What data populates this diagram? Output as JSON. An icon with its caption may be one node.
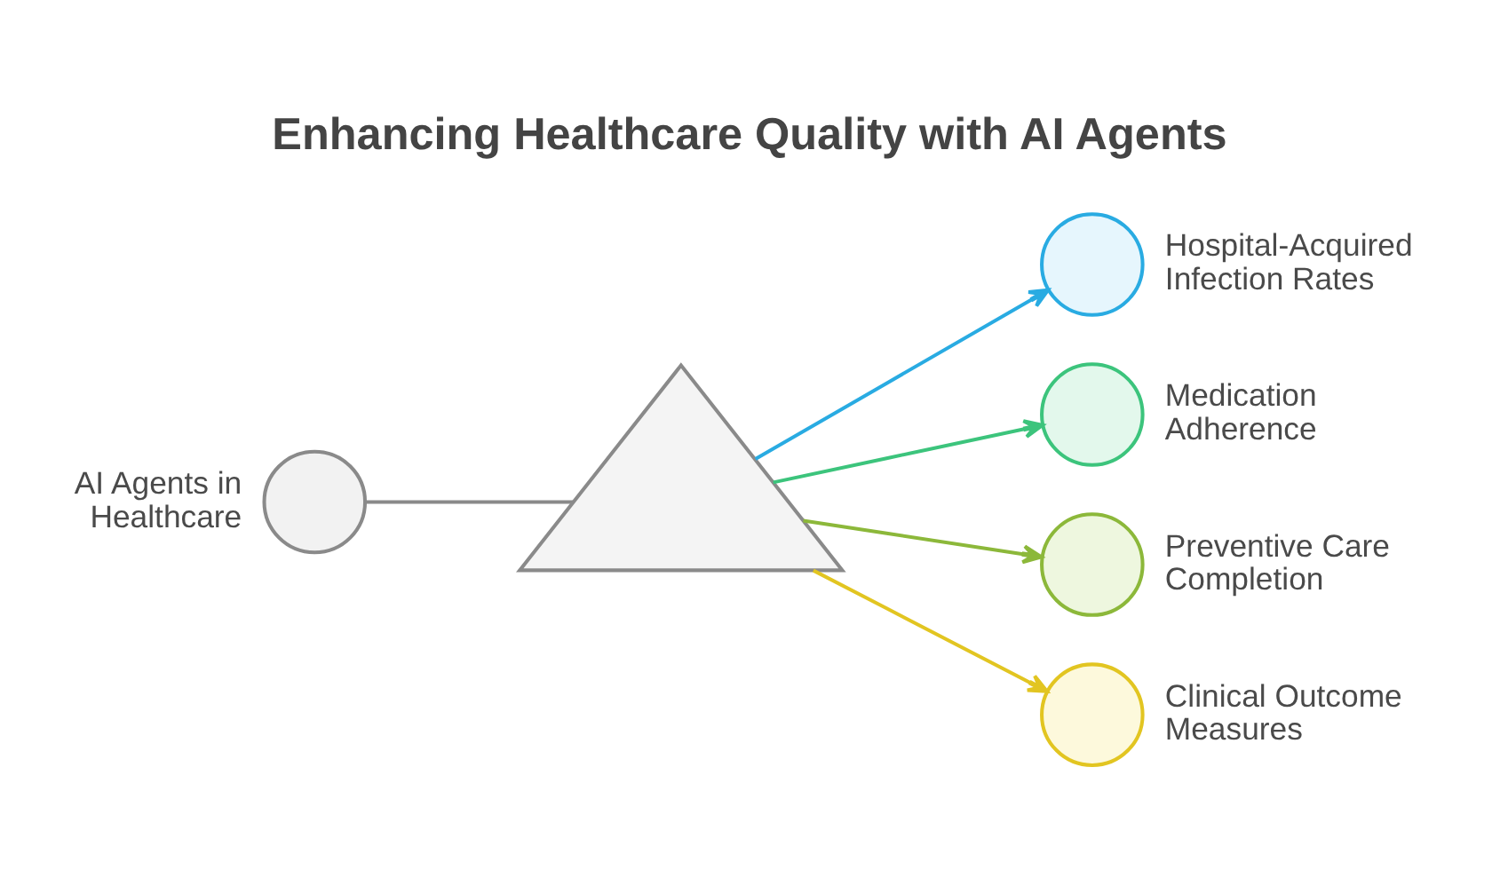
{
  "diagram": {
    "title": "Enhancing Healthcare Quality with AI Agents",
    "nodes": [
      {
        "text": [],
        "shape": "circle",
        "beside": [
          "AI Agents in Healthcare"
        ]
      },
      {
        "text": [],
        "shape": "triangle"
      },
      {
        "text": [],
        "shape": "circle",
        "beside": [
          "Hospital-Acquired Infection Rates"
        ]
      },
      {
        "text": [],
        "shape": "circle",
        "beside": [
          "Medication Adherence"
        ]
      },
      {
        "text": [],
        "shape": "circle",
        "beside": [
          "Preventive Care Completion"
        ]
      },
      {
        "text": [],
        "shape": "circle",
        "beside": [
          "Clinical Outcome Measures"
        ]
      }
    ],
    "edges": [
      {
        "from": 0,
        "to": 1,
        "arrow": "none",
        "color": "#8a8a8a"
      },
      {
        "from": 1,
        "to": 2,
        "arrow": "to",
        "color": "#29abe2"
      },
      {
        "from": 1,
        "to": 3,
        "arrow": "to",
        "color": "#3cc47c"
      },
      {
        "from": 1,
        "to": 4,
        "arrow": "to",
        "color": "#8cb83a"
      },
      {
        "from": 1,
        "to": 5,
        "arrow": "to",
        "color": "#e2c521"
      }
    ]
  }
}
